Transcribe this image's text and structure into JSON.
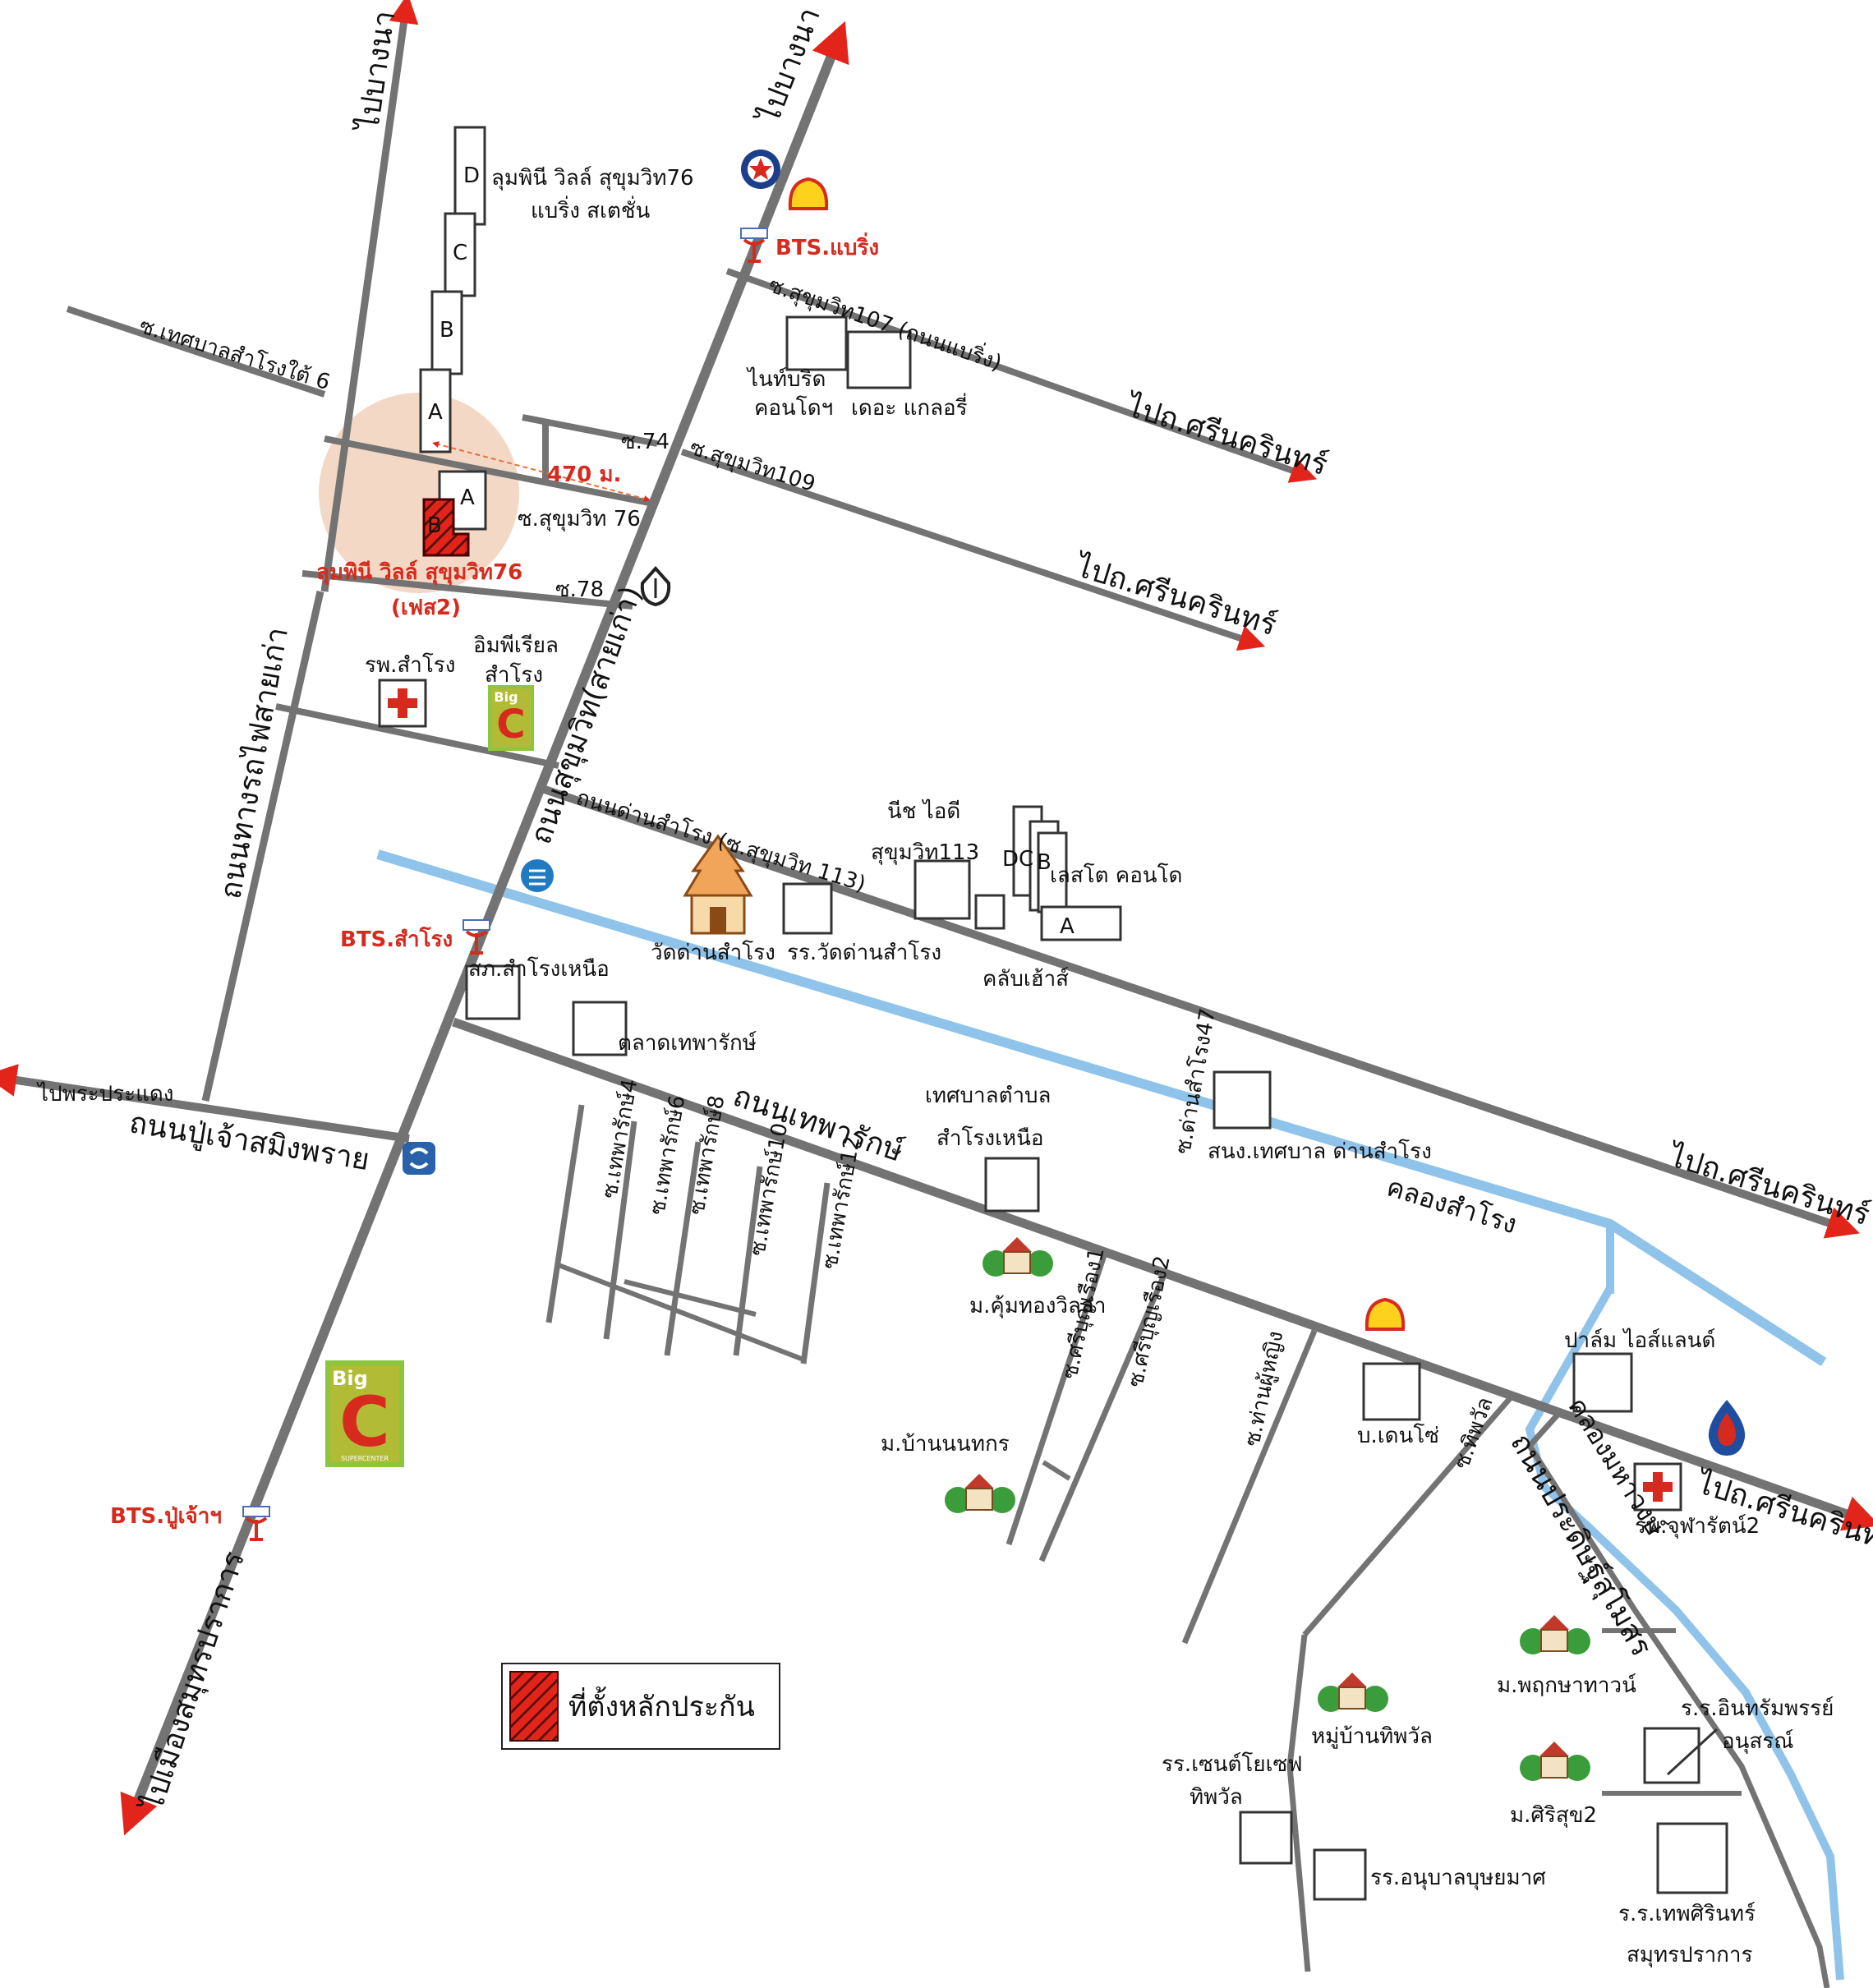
{
  "map": {
    "roads": {
      "main_road": "ถนนสุขุมวิท(สายเก่า)",
      "old_rail_road": "ถนนทางรถไฟสายเก่า",
      "pu_chao_road": "ถนนปู่เจ้าสมิงพราย",
      "theparak_road": "ถนนเทพารักษ์",
      "dan_samrong_road": "ถนนด่านสำโรง (ซ.สุขุมวิท 113)",
      "sukhumvit107": "ซ.สุขุมวิท107 (ถนนแบริ่ง)",
      "sukhumvit109": "ซ.สุขุมวิท109",
      "soi74": "ซ.74",
      "soi76": "ซ.สุขุมวิท 76",
      "soi78": "ซ.78",
      "thetsaban6": "ซ.เทศบาลสำโรงใต้ 6",
      "prasitsuksa_road": "ถนนประดิษฐ์สุโมสร",
      "samrong47": "ซ.ด่านสำโรง47",
      "theparak4": "ซ.เทพารักษ์4",
      "theparak6": "ซ.เทพารักษ์6",
      "theparak8": "ซ.เทพารักษ์8",
      "theparak10": "ซ.เทพารักษ์10",
      "theparak12": "ซ.เทพารักษ์12",
      "sriboon1": "ซ.ศรีบุญเรือง1",
      "sriboon2": "ซ.ศรีบุญเรือง2",
      "phanyaying": "ซ.ท่านผู้หญิง",
      "thipphawan": "ซ.ทิพวัล"
    },
    "directions": {
      "to_bangna_left": "ไปบางนา",
      "to_bangna_right": "ไปบางนา",
      "to_srinakarin_1": "ไปถ.ศรีนครินทร์",
      "to_srinakarin_2": "ไปถ.ศรีนครินทร์",
      "to_srinakarin_3": "ไปถ.ศรีนครินทร์",
      "to_srinakarin_4": "ไปถ.ศรีนครินทร์",
      "to_phrapradaeng": "ไปพระประแดง",
      "to_samutprakan": "ไปเมืองสมุทรปราการ"
    },
    "bts": {
      "bearing": "BTS.แบริ่ง",
      "samrong": "BTS.สำโรง",
      "pu_chao": "BTS.ปู่เจ้าฯ"
    },
    "places": {
      "lumpini_76_line1": "ลุมพินี วิลล์ สุขุมวิท76",
      "lumpini_76_line2": "แบริ่ง สเตชั่น",
      "lumpini_76_phase2_line1": "ลุมพินี วิลล์ สุขุมวิท76",
      "lumpini_76_phase2_line2": "(เฟส2)",
      "distance": "470 ม.",
      "nue_line1": "ไนท์บริด",
      "nue_line2": "คอนโดฯ",
      "gallery": "เดอะ แกลอรี่",
      "samrong_hospital": "รพ.สำโรง",
      "imperial_line1": "อิมพีเรียล",
      "imperial_line2": "สำโรง",
      "niche_line1": "นีช ไอดี",
      "niche_line2": "สุขุมวิท113",
      "lesto": "เลสโต คอนโด",
      "clubhouse": "คลับเฮ้าส์",
      "wat_dan_samrong": "วัดด่านสำโรง",
      "school_wat_dan_samrong": "รร.วัดด่านสำโรง",
      "police_samrong_nuea": "สภ.สำโรงเหนือ",
      "theparak_market": "ตลาดเทพารักษ์",
      "municipality_line1": "เทศบาลตำบล",
      "municipality_line2": "สำโรงเหนือ",
      "sanamkila": "สนง.เทศบาล ด่านสำโรง",
      "khlong_samrong": "คลองสำโรง",
      "khumthong": "ม.คุ้มทองวิลล่า",
      "baannonthakorn": "ม.บ้านนนทกร",
      "denso": "บ.เดนโซ่",
      "palm_island": "ปาล์ม ไอส์แลนด์",
      "chularat": "รพ.จุฬารัตน์2",
      "khlong_mahawong": "คลองมหาวงษ์",
      "pruksa_town": "ม.พฤกษาทาวน์",
      "intharam_line1": "ร.ร.อินทรัมพรรย์",
      "intharam_line2": "อนุสรณ์",
      "thipphawan_village": "หมู่บ้านทิพวัล",
      "st_joseph_line1": "รร.เซนต์โยเซฟ",
      "st_joseph_line2": "ทิพวัล",
      "sirisuk2": "ม.ศิริสุข2",
      "anuban": "รร.อนุบาลบุษยมาศ",
      "thepsirin_line1": "ร.ร.เทพศิรินทร์",
      "thepsirin_line2": "สมุทรปราการ",
      "bldg_a": "A",
      "bldg_b": "B",
      "bldg_c": "C",
      "bldg_d": "D",
      "big_c_text": "Big",
      "big_c_letter": "C",
      "big_c_sub": "SUPERCENTER"
    },
    "legend": {
      "label": "ที่ตั้งหลักประกัน"
    },
    "colors": {
      "road": "#737373",
      "canal": "#8fc3ea",
      "arrow": "#e3241b",
      "bts_label": "#d62a1e",
      "highlight": "#f2d4c0"
    }
  }
}
